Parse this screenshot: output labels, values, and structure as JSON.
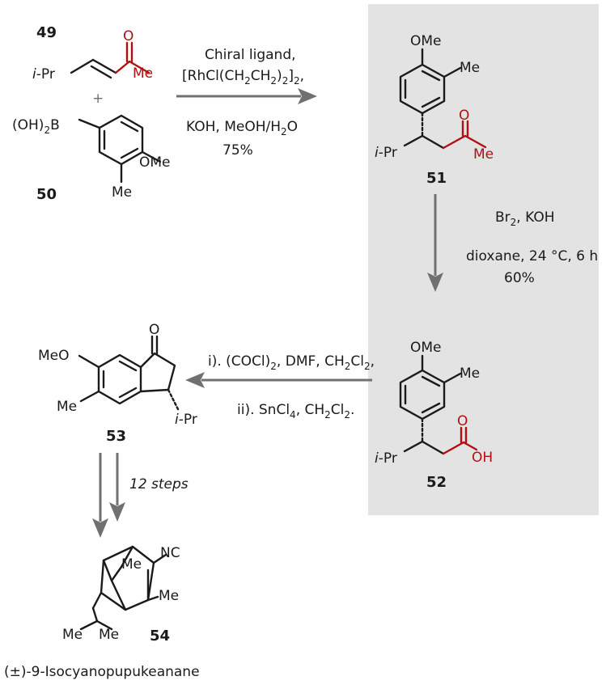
{
  "compounds": {
    "c49": {
      "number": "49",
      "ipr": "i-Pr",
      "oxygen": "O",
      "methyl": "Me"
    },
    "plus": "+",
    "c50": {
      "number": "50",
      "boronic": "(OH)",
      "boronic_sub": "2",
      "boron": "B",
      "ome": "OMe",
      "methyl": "Me"
    },
    "c51": {
      "number": "51",
      "ome": "OMe",
      "methyl": "Me",
      "ipr": "i-Pr",
      "oxygen": "O",
      "ketone_me": "Me"
    },
    "c52": {
      "number": "52",
      "ome": "OMe",
      "methyl": "Me",
      "ipr": "i-Pr",
      "oxygen": "O",
      "oh": "OH"
    },
    "c53": {
      "number": "53",
      "meo": "MeO",
      "methyl": "Me",
      "oxygen": "O",
      "ipr": "i-Pr"
    },
    "c54": {
      "number": "54",
      "nc": "NC",
      "me1": "Me",
      "me2": "Me",
      "me3": "Me",
      "me4": "Me",
      "name": "(±)-9-Isocyanopupukeanane"
    }
  },
  "steps": {
    "step1": {
      "line1": "Chiral ligand,",
      "line2_a": "[RhCl(CH",
      "line2_b": "2",
      "line2_c": "CH",
      "line2_d": "2",
      "line2_e": ")",
      "line2_f": "2",
      "line2_g": "]",
      "line2_h": "2",
      "line2_i": ",",
      "line3": "KOH, MeOH/H",
      "line3_sub": "2",
      "line3_end": "O",
      "line4": "75%"
    },
    "step2": {
      "line1_a": "Br",
      "line1_b": "2",
      "line1_c": ", KOH",
      "line2": "dioxane, 24 °C, 6 h",
      "line3": "60%"
    },
    "step3": {
      "line1_a": "i). (COCl)",
      "line1_b": "2",
      "line1_c": ", DMF, CH",
      "line1_d": "2",
      "line1_e": "Cl",
      "line1_f": "2",
      "line1_g": ",",
      "line2_a": "ii). SnCl",
      "line2_b": "4",
      "line2_c": ", CH",
      "line2_d": "2",
      "line2_e": "Cl",
      "line2_f": "2",
      "line2_g": "."
    },
    "step4": {
      "label": "12 steps"
    }
  },
  "colors": {
    "highlight_box": "#e3e3e3",
    "accent_red": "#b01010",
    "arrow_gray": "#707070"
  }
}
